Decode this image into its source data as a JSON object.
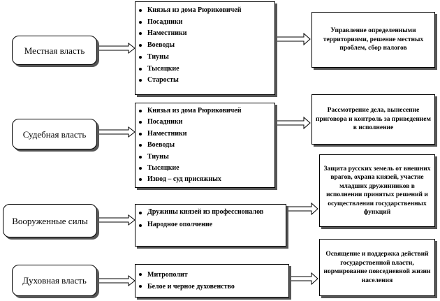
{
  "rows": [
    {
      "label": "Местная власть",
      "items": [
        "Князья из дома Рюриковичей",
        "Посадники",
        "Наместники",
        "Воеводы",
        "Тиуны",
        "Тысяцкие",
        "Старосты"
      ],
      "result": "Управление определенными территориями, решение местных проблем, сбор налогов"
    },
    {
      "label": "Судебная власть",
      "items": [
        "Князья из дома Рюриковичей",
        "Посадники",
        "Наместники",
        "Воеводы",
        "Тиуны",
        "Тысяцкие",
        "Извод – суд присяжных"
      ],
      "result": "Рассмотрение дела, вынесение приговора и контроль за приведением в исполнение"
    },
    {
      "label": "Вооруженные силы",
      "items": [
        "Дружины князей из профессионалов",
        "Народное ополчение"
      ],
      "result": "Защита русских земель от внешних врагов, охрана князей, участие младших дружинников в исполнении принятых решений и осуществлении государственных функций"
    },
    {
      "label": "Духовная власть",
      "items": [
        "Митрополит",
        "Белое и черное духовенство"
      ],
      "result": "Освящение и поддержка действий государственной власти, нормирование повседневной жизни населения"
    }
  ]
}
